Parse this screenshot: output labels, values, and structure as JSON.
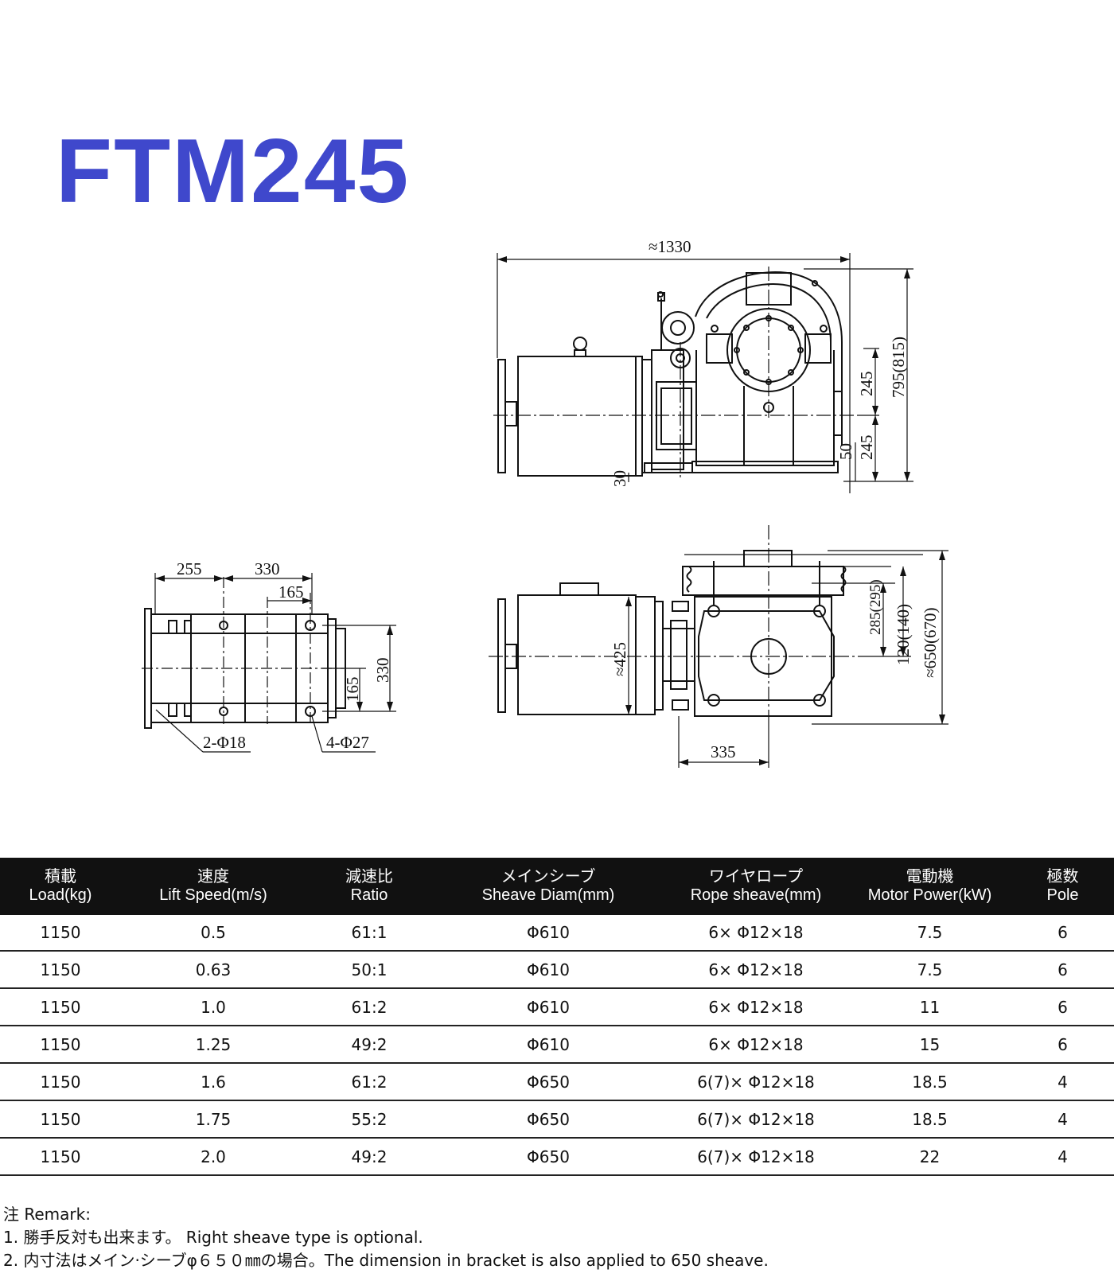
{
  "title": "FTM245",
  "drawing": {
    "dims": {
      "total_length": "≈1330",
      "height_total": "795(815)",
      "upper_center": "245",
      "lower_center": "245",
      "base_offset": "50",
      "base_height": "30",
      "base_w1": "255",
      "base_w2": "330",
      "base_w3": "165",
      "base_h1": "330",
      "base_h2": "165",
      "hole_small": "2-Φ18",
      "hole_large": "4-Φ27",
      "depth_425": "≈425",
      "depth_285": "285\n(295)",
      "depth_120": "120(140)",
      "depth_650": "≈650(670)",
      "width_335": "335"
    }
  },
  "table": {
    "headers": [
      {
        "jp": "積載",
        "en": "Load(kg)"
      },
      {
        "jp": "速度",
        "en": "Lift Speed(m/s)"
      },
      {
        "jp": "減速比",
        "en": "Ratio"
      },
      {
        "jp": "メインシーブ",
        "en": "Sheave Diam(mm)"
      },
      {
        "jp": "ワイヤロープ",
        "en": "Rope sheave(mm)"
      },
      {
        "jp": "電動機",
        "en": "Motor Power(kW)"
      },
      {
        "jp": "極数",
        "en": "Pole"
      }
    ],
    "rows": [
      [
        "1150",
        "0.5",
        "61:1",
        "Φ610",
        "6× Φ12×18",
        "7.5",
        "6"
      ],
      [
        "1150",
        "0.63",
        "50:1",
        "Φ610",
        "6× Φ12×18",
        "7.5",
        "6"
      ],
      [
        "1150",
        "1.0",
        "61:2",
        "Φ610",
        "6× Φ12×18",
        "11",
        "6"
      ],
      [
        "1150",
        "1.25",
        "49:2",
        "Φ610",
        "6× Φ12×18",
        "15",
        "6"
      ],
      [
        "1150",
        "1.6",
        "61:2",
        "Φ650",
        "6(7)× Φ12×18",
        "18.5",
        "4"
      ],
      [
        "1150",
        "1.75",
        "55:2",
        "Φ650",
        "6(7)× Φ12×18",
        "18.5",
        "4"
      ],
      [
        "1150",
        "2.0",
        "49:2",
        "Φ650",
        "6(7)× Φ12×18",
        "22",
        "4"
      ]
    ]
  },
  "remarks": {
    "heading": "注  Remark:",
    "line1": "1. 勝手反対も出来ます。   Right sheave type is optional.",
    "line2": "2. 内寸法はメイン·シーブφ６５０㎜の場合。The dimension in bracket is also applied to 650 sheave."
  }
}
